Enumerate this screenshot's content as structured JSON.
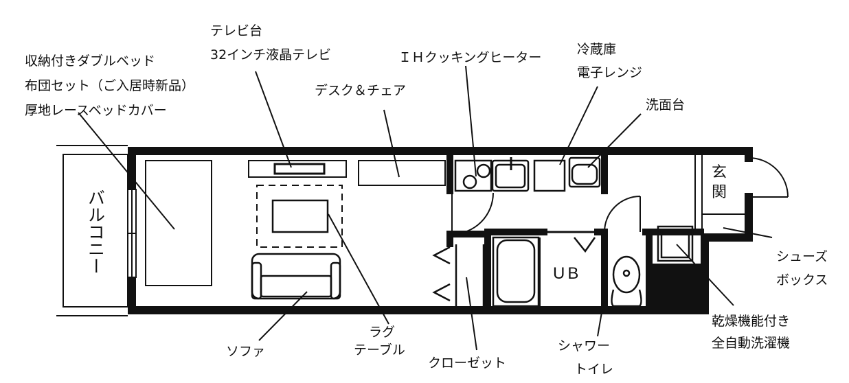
{
  "labels": {
    "bed": [
      "収納付きダブルベッド",
      "布団セット（ご入居時新品）",
      "厚地レースベッドカバー"
    ],
    "tv": [
      "テレビ台",
      "32インチ液晶テレビ"
    ],
    "ih": "ＩＨクッキングヒーター",
    "fridge": [
      "冷蔵庫",
      "電子レンジ"
    ],
    "desk": "デスク＆チェア",
    "washbasin": "洗面台",
    "shoebox": [
      "シューズ",
      "ボックス"
    ],
    "washer": [
      "乾燥機能付き",
      "全自動洗濯機"
    ],
    "sofa": "ソファ",
    "rug": [
      "ラグ",
      "テーブル"
    ],
    "closet": "クローゼット",
    "shower": [
      "シャワー",
      "トイレ"
    ]
  },
  "rooms": {
    "balcony": "バルコニー",
    "entrance": [
      "玄",
      "関"
    ],
    "ub": "UB"
  },
  "colors": {
    "line": "#111111",
    "background": "#ffffff"
  }
}
